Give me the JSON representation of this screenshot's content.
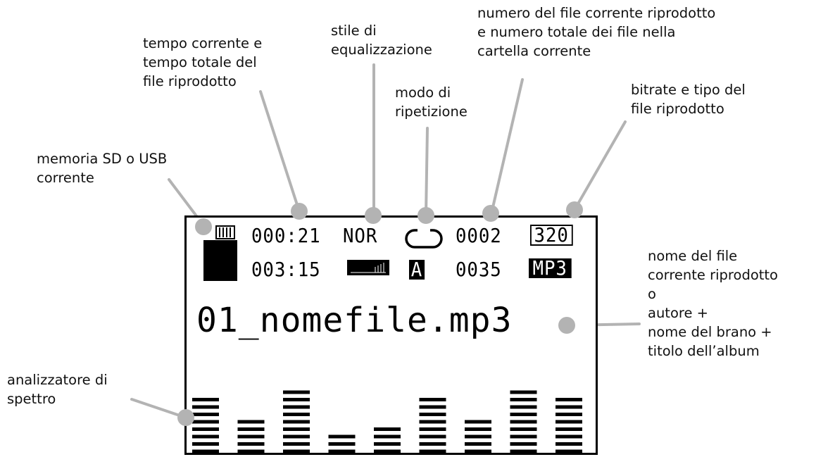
{
  "annotations": {
    "memory": "memoria SD o USB\ncorrente",
    "time": "tempo corrente e\ntempo totale del\nfile riprodotto",
    "eq_style": "stile di\nequalizzazione",
    "repeat_mode": "modo di\nripetizione",
    "file_number": "numero del file corrente riprodotto\ne numero totale dei file nella\ncartella corrente",
    "bitrate": "bitrate e tipo del\nfile riprodotto",
    "filename": "nome del file\ncorrente riprodotto\no\nautore +\nnome del brano +\ntitolo dell’album",
    "spectrum": "analizzatore di\nspettro"
  },
  "display": {
    "current_time": "000:21",
    "total_time": "003:15",
    "eq_mode": "NOR",
    "repeat_badge": "A",
    "current_file": "0002",
    "total_files": "0035",
    "bitrate": "320",
    "file_type": "MP3",
    "filename": "01_nomefile.mp3",
    "spectrum_levels": [
      8,
      5,
      9,
      3,
      4,
      8,
      5,
      9,
      8
    ]
  },
  "colors": {
    "connector": "#b3b3b3",
    "lcd_ink": "#000000"
  }
}
